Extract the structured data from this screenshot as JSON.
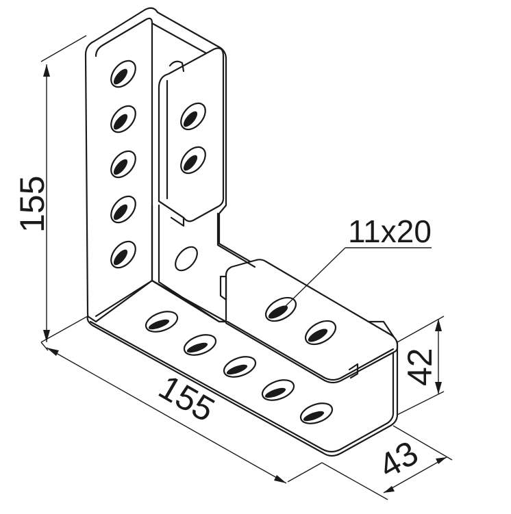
{
  "dimensions": {
    "height": "155",
    "length": "155",
    "flange_height": "42",
    "flange_width": "43"
  },
  "slot_callout": "11x20"
}
